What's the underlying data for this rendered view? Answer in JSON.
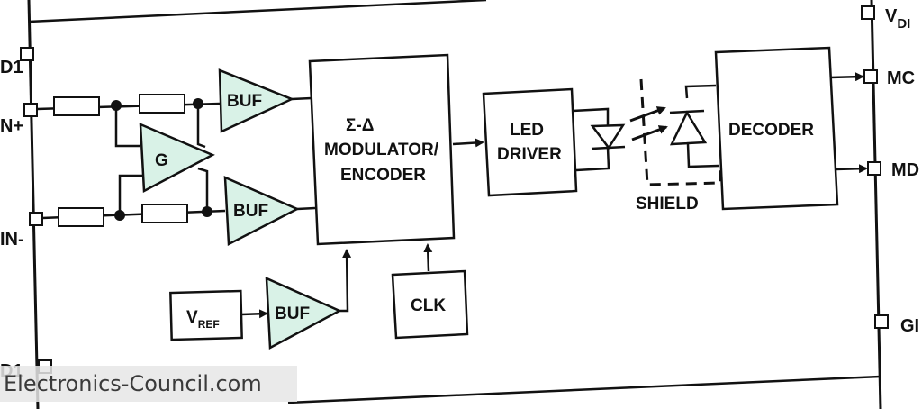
{
  "diagram": {
    "pins": {
      "vdd1_left": "D1",
      "vin_plus": "N+",
      "vin_minus": "IN-",
      "gnd1_left": "D1",
      "vdd2_main": "V",
      "vdd2_sub": "DI",
      "mclk_out": "MC",
      "mdat_out": "MD",
      "gnd2": "GI"
    },
    "blocks": {
      "gain": "G",
      "buf_top": "BUF",
      "buf_bottom": "BUF",
      "buf_ref": "BUF",
      "vref_main": "V",
      "vref_sub": "REF",
      "modulator_line1": "Σ-Δ",
      "modulator_line2": "MODULATOR/",
      "modulator_line3": "ENCODER",
      "clk": "CLK",
      "led_line1": "LED",
      "led_line2": "DRIVER",
      "shield": "SHIELD",
      "decoder": "DECODER"
    },
    "watermark": "Electronics-Council.com"
  },
  "colors": {
    "stroke": "#111111",
    "amp_fill": "#d9f2e7",
    "block_fill": "#ffffff",
    "watermark_bg": "#e6e6e6"
  }
}
